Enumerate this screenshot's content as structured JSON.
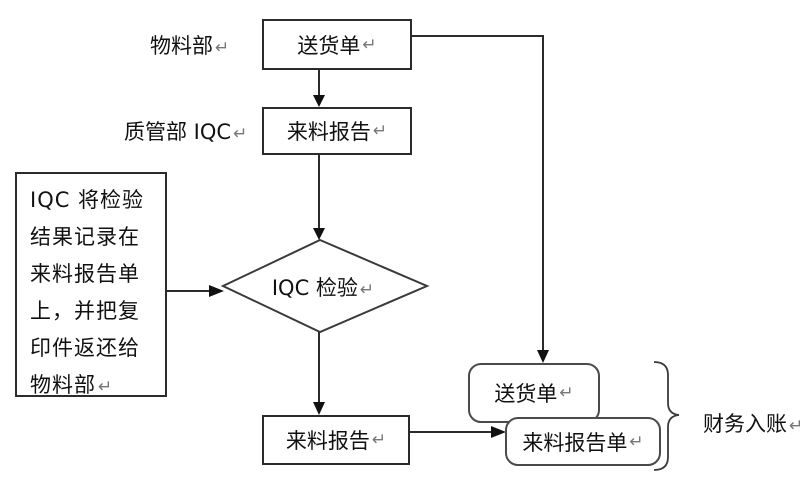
{
  "labels": {
    "materials_dept": "物料部",
    "qc_dept": "质管部 IQC",
    "finance": "财务入账",
    "return_mark": "↵"
  },
  "nodes": {
    "delivery_note_top": "送货单",
    "incoming_report_top": "来料报告",
    "iqc_inspection": "IQC 检验",
    "iqc_note": "IQC 将检验\n结果记录在\n来料报告单\n上，并把复\n印件返还给\n物料部",
    "incoming_report_bottom": "来料报告",
    "delivery_note_right": "送货单",
    "incoming_report_slip": "来料报告单"
  },
  "colors": {
    "line": "#2b2b2b",
    "text": "#111111",
    "return_mark": "#777777",
    "background": "#ffffff"
  }
}
